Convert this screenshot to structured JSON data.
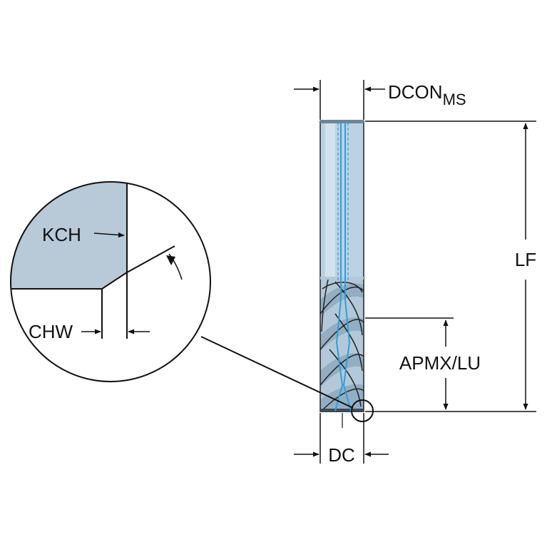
{
  "labels": {
    "dcon": "DCON",
    "dcon_sub": "MS",
    "lf": "LF",
    "apmx": "APMX/LU",
    "dc": "DC",
    "kch": "KCH",
    "chw": "CHW"
  },
  "colors": {
    "shank": "#bcd2e2",
    "shank_dark": "#a4bfd3",
    "flute": "#b3c8d8",
    "coolant": "#2f9fdc",
    "detail_fill": "#b8c9d7",
    "line": "#111111"
  }
}
